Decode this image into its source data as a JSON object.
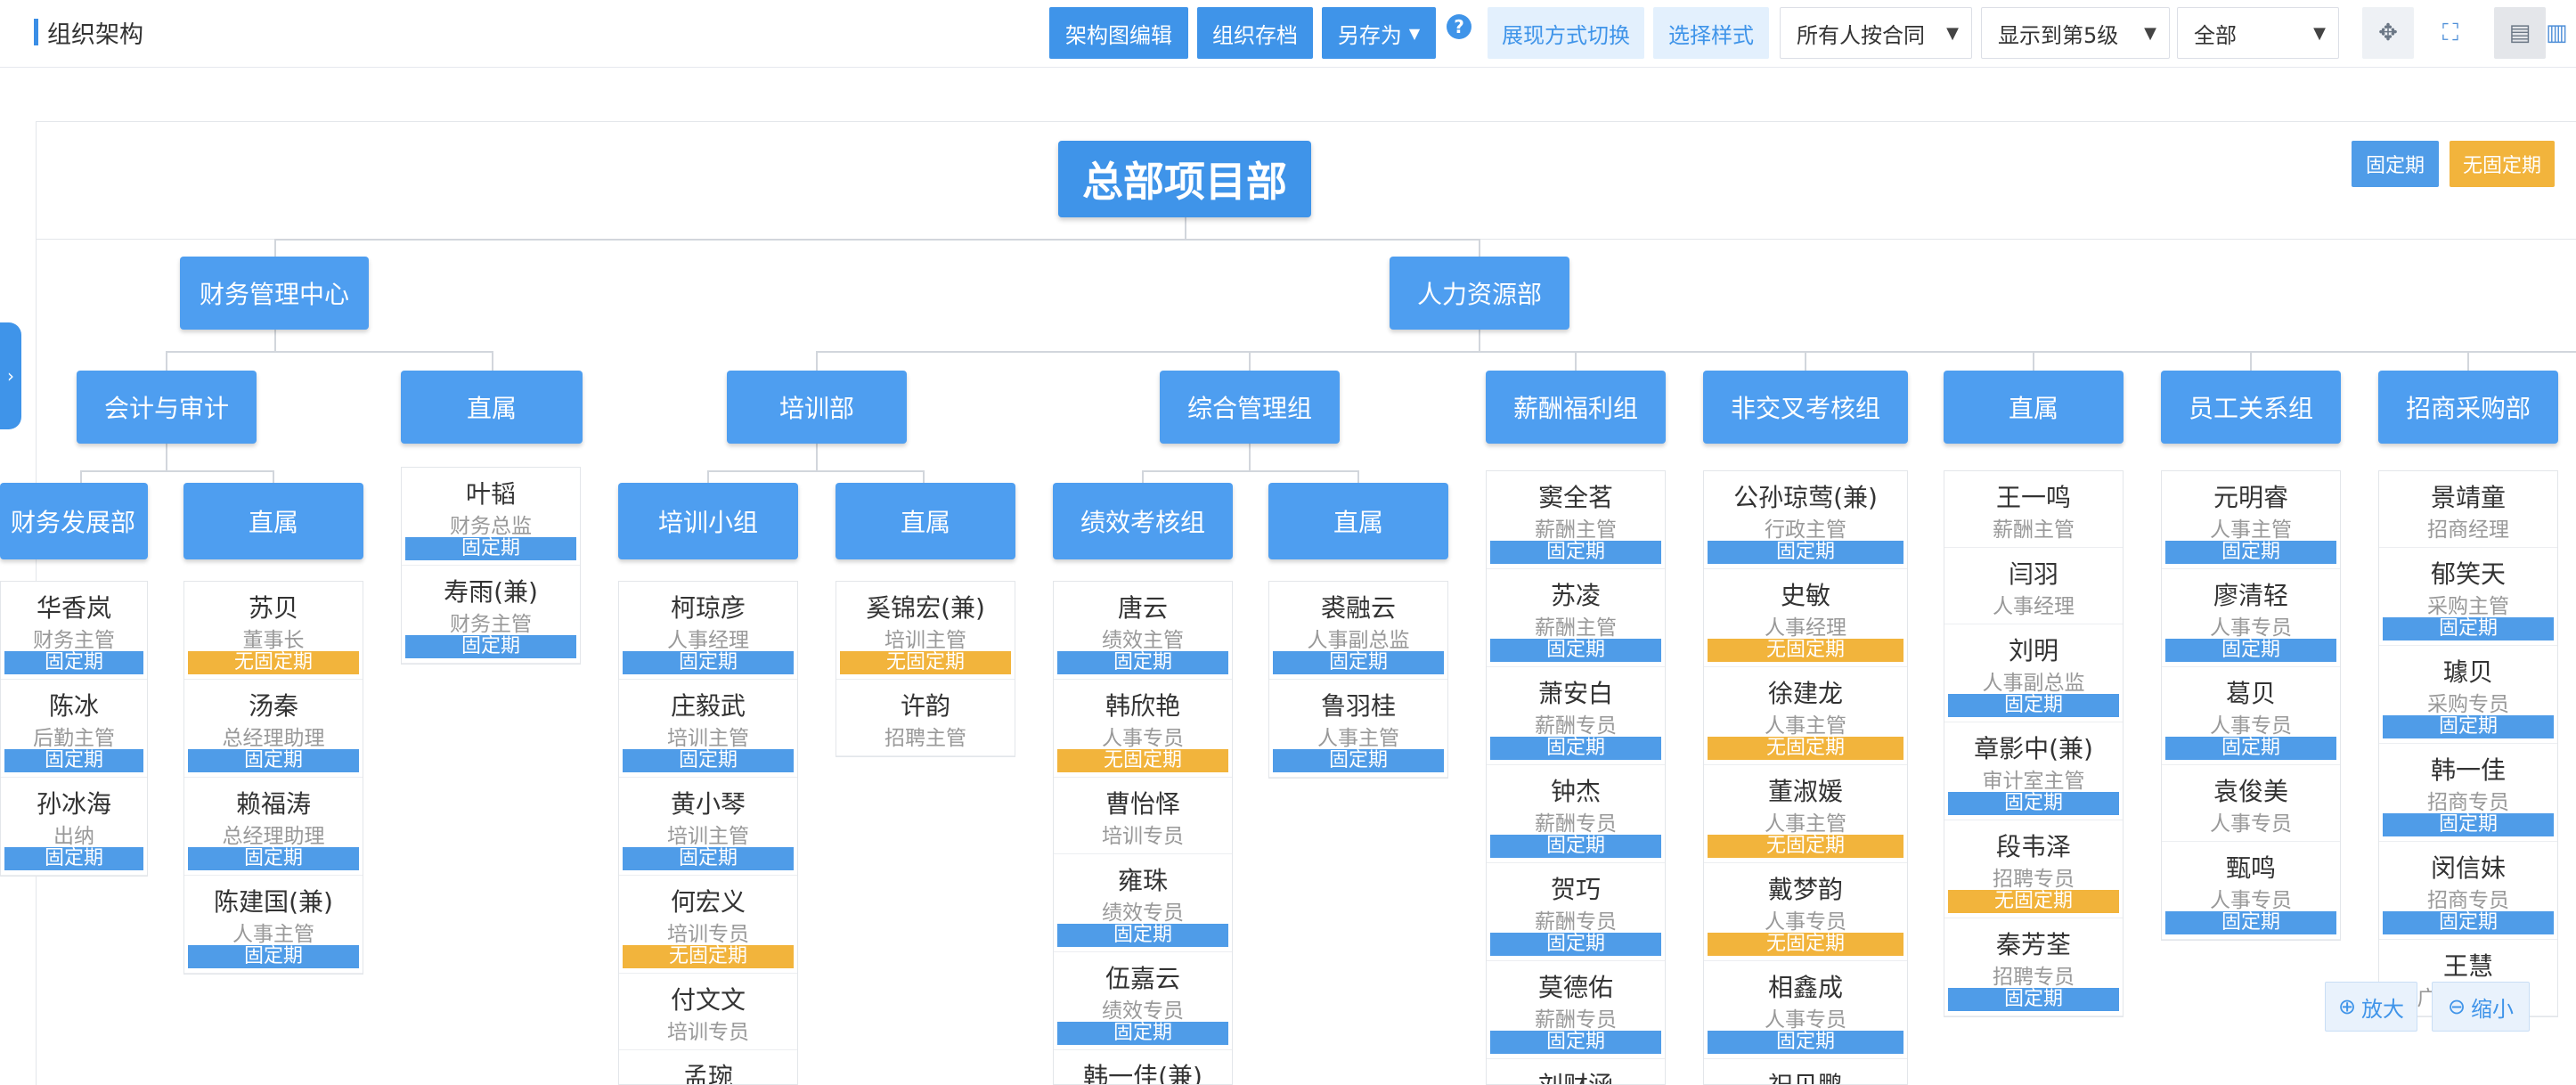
{
  "header": {
    "title": "组织架构",
    "buttons": {
      "chart_edit": "架构图编辑",
      "org_archive": "组织存档",
      "save_as": "另存为",
      "help": "?",
      "display_mode": "展现方式切换",
      "select_style": "选择样式"
    },
    "selects": {
      "contract": "所有人按合同",
      "level": "显示到第5级",
      "scope": "全部"
    },
    "icons": {
      "move": "move-icon",
      "fullscreen": "fullscreen-icon",
      "layout_a": "layout-tree-icon",
      "layout_b": "layout-list-icon"
    }
  },
  "legend": {
    "fixed": "固定期",
    "open": "无固定期"
  },
  "colors": {
    "primary": "#3f94e9",
    "node": "#4e9ef0",
    "fixed": "#4f9ce8",
    "open": "#f2b43c"
  },
  "root": "总部项目部",
  "level1": {
    "finance": "财务管理中心",
    "hr": "人力资源部"
  },
  "level2": {
    "accounting": "会计与审计",
    "finance_direct": "直属",
    "training": "培训部",
    "general_mgmt": "综合管理组",
    "salary": "薪酬福利组",
    "cross_exam": "非交叉考核组",
    "hr_direct": "直属",
    "relations": "员工关系组",
    "purchase": "招商采购部"
  },
  "level3": {
    "dev": "财务发展部",
    "acc_direct": "直属",
    "training_group": "培训小组",
    "training_direct": "直属",
    "perf": "绩效考核组",
    "gm_direct": "直属"
  },
  "columns": {
    "dev": [
      {
        "name": "华香岚",
        "title": "财务主管",
        "badge": "固定期",
        "type": "fixed"
      },
      {
        "name": "陈冰",
        "title": "后勤主管",
        "badge": "固定期",
        "type": "fixed"
      },
      {
        "name": "孙冰海",
        "title": "出纳",
        "badge": "固定期",
        "type": "fixed"
      }
    ],
    "acc_direct": [
      {
        "name": "苏贝",
        "title": "董事长",
        "badge": "无固定期",
        "type": "open"
      },
      {
        "name": "汤秦",
        "title": "总经理助理",
        "badge": "固定期",
        "type": "fixed"
      },
      {
        "name": "赖福涛",
        "title": "总经理助理",
        "badge": "固定期",
        "type": "fixed"
      },
      {
        "name": "陈建国(兼)",
        "title": "人事主管",
        "badge": "固定期",
        "type": "fixed"
      }
    ],
    "finance_direct": [
      {
        "name": "叶韬",
        "title": "财务总监",
        "badge": "固定期",
        "type": "fixed"
      },
      {
        "name": "寿雨(兼)",
        "title": "财务主管",
        "badge": "固定期",
        "type": "fixed"
      }
    ],
    "training_group": [
      {
        "name": "柯琼彦",
        "title": "人事经理",
        "badge": "固定期",
        "type": "fixed"
      },
      {
        "name": "庄毅武",
        "title": "培训主管",
        "badge": "固定期",
        "type": "fixed"
      },
      {
        "name": "黄小琴",
        "title": "培训主管",
        "badge": "固定期",
        "type": "fixed"
      },
      {
        "name": "何宏义",
        "title": "培训专员",
        "badge": "无固定期",
        "type": "open"
      },
      {
        "name": "付文文",
        "title": "培训专员",
        "badge": "",
        "type": "none"
      },
      {
        "name": "孟琬",
        "title": "",
        "badge": "",
        "type": "none"
      }
    ],
    "training_direct": [
      {
        "name": "奚锦宏(兼)",
        "title": "培训主管",
        "badge": "无固定期",
        "type": "open"
      },
      {
        "name": "许韵",
        "title": "招聘主管",
        "badge": "",
        "type": "none"
      }
    ],
    "perf": [
      {
        "name": "唐云",
        "title": "绩效主管",
        "badge": "固定期",
        "type": "fixed"
      },
      {
        "name": "韩欣艳",
        "title": "人事专员",
        "badge": "无固定期",
        "type": "open"
      },
      {
        "name": "曹怡怿",
        "title": "培训专员",
        "badge": "",
        "type": "none"
      },
      {
        "name": "雍珠",
        "title": "绩效专员",
        "badge": "固定期",
        "type": "fixed"
      },
      {
        "name": "伍嘉云",
        "title": "绩效专员",
        "badge": "固定期",
        "type": "fixed"
      },
      {
        "name": "韩一佳(兼)",
        "title": "",
        "badge": "",
        "type": "none"
      }
    ],
    "gm_direct": [
      {
        "name": "裘融云",
        "title": "人事副总监",
        "badge": "固定期",
        "type": "fixed"
      },
      {
        "name": "鲁羽桂",
        "title": "人事主管",
        "badge": "固定期",
        "type": "fixed"
      }
    ],
    "salary": [
      {
        "name": "窦全茗",
        "title": "薪酬主管",
        "badge": "固定期",
        "type": "fixed"
      },
      {
        "name": "苏凌",
        "title": "薪酬主管",
        "badge": "固定期",
        "type": "fixed"
      },
      {
        "name": "萧安白",
        "title": "薪酬专员",
        "badge": "固定期",
        "type": "fixed"
      },
      {
        "name": "钟杰",
        "title": "薪酬专员",
        "badge": "固定期",
        "type": "fixed"
      },
      {
        "name": "贺巧",
        "title": "薪酬专员",
        "badge": "固定期",
        "type": "fixed"
      },
      {
        "name": "莫德佑",
        "title": "薪酬专员",
        "badge": "固定期",
        "type": "fixed"
      },
      {
        "name": "刘财涵",
        "title": "",
        "badge": "",
        "type": "none"
      }
    ],
    "cross_exam": [
      {
        "name": "公孙琼莺(兼)",
        "title": "行政主管",
        "badge": "固定期",
        "type": "fixed"
      },
      {
        "name": "史敏",
        "title": "人事经理",
        "badge": "无固定期",
        "type": "open"
      },
      {
        "name": "徐建龙",
        "title": "人事主管",
        "badge": "无固定期",
        "type": "open"
      },
      {
        "name": "董淑媛",
        "title": "人事主管",
        "badge": "无固定期",
        "type": "open"
      },
      {
        "name": "戴梦韵",
        "title": "人事专员",
        "badge": "无固定期",
        "type": "open"
      },
      {
        "name": "相鑫成",
        "title": "人事专员",
        "badge": "固定期",
        "type": "fixed"
      },
      {
        "name": "祝贝鹏",
        "title": "",
        "badge": "",
        "type": "none"
      }
    ],
    "hr_direct": [
      {
        "name": "王一鸣",
        "title": "薪酬主管",
        "badge": "",
        "type": "none"
      },
      {
        "name": "闫羽",
        "title": "人事经理",
        "badge": "",
        "type": "none"
      },
      {
        "name": "刘明",
        "title": "人事副总监",
        "badge": "固定期",
        "type": "fixed"
      },
      {
        "name": "章影中(兼)",
        "title": "审计室主管",
        "badge": "固定期",
        "type": "fixed"
      },
      {
        "name": "段韦泽",
        "title": "招聘专员",
        "badge": "无固定期",
        "type": "open"
      },
      {
        "name": "秦芳荃",
        "title": "招聘专员",
        "badge": "固定期",
        "type": "fixed"
      }
    ],
    "relations": [
      {
        "name": "元明睿",
        "title": "人事主管",
        "badge": "固定期",
        "type": "fixed"
      },
      {
        "name": "廖清轻",
        "title": "人事专员",
        "badge": "固定期",
        "type": "fixed"
      },
      {
        "name": "葛贝",
        "title": "人事专员",
        "badge": "固定期",
        "type": "fixed"
      },
      {
        "name": "袁俊美",
        "title": "人事专员",
        "badge": "",
        "type": "none"
      },
      {
        "name": "甄鸣",
        "title": "人事专员",
        "badge": "固定期",
        "type": "fixed"
      }
    ],
    "purchase": [
      {
        "name": "景靖童",
        "title": "招商经理",
        "badge": "",
        "type": "none"
      },
      {
        "name": "郁笑天",
        "title": "采购主管",
        "badge": "固定期",
        "type": "fixed"
      },
      {
        "name": "璩贝",
        "title": "采购专员",
        "badge": "固定期",
        "type": "fixed"
      },
      {
        "name": "韩一佳",
        "title": "招商专员",
        "badge": "固定期",
        "type": "fixed"
      },
      {
        "name": "闵信妹",
        "title": "招商专员",
        "badge": "固定期",
        "type": "fixed"
      },
      {
        "name": "王慧",
        "title": "广告策划师",
        "badge": "",
        "type": "none"
      }
    ]
  },
  "zoom": {
    "in": "放大",
    "out": "缩小"
  }
}
